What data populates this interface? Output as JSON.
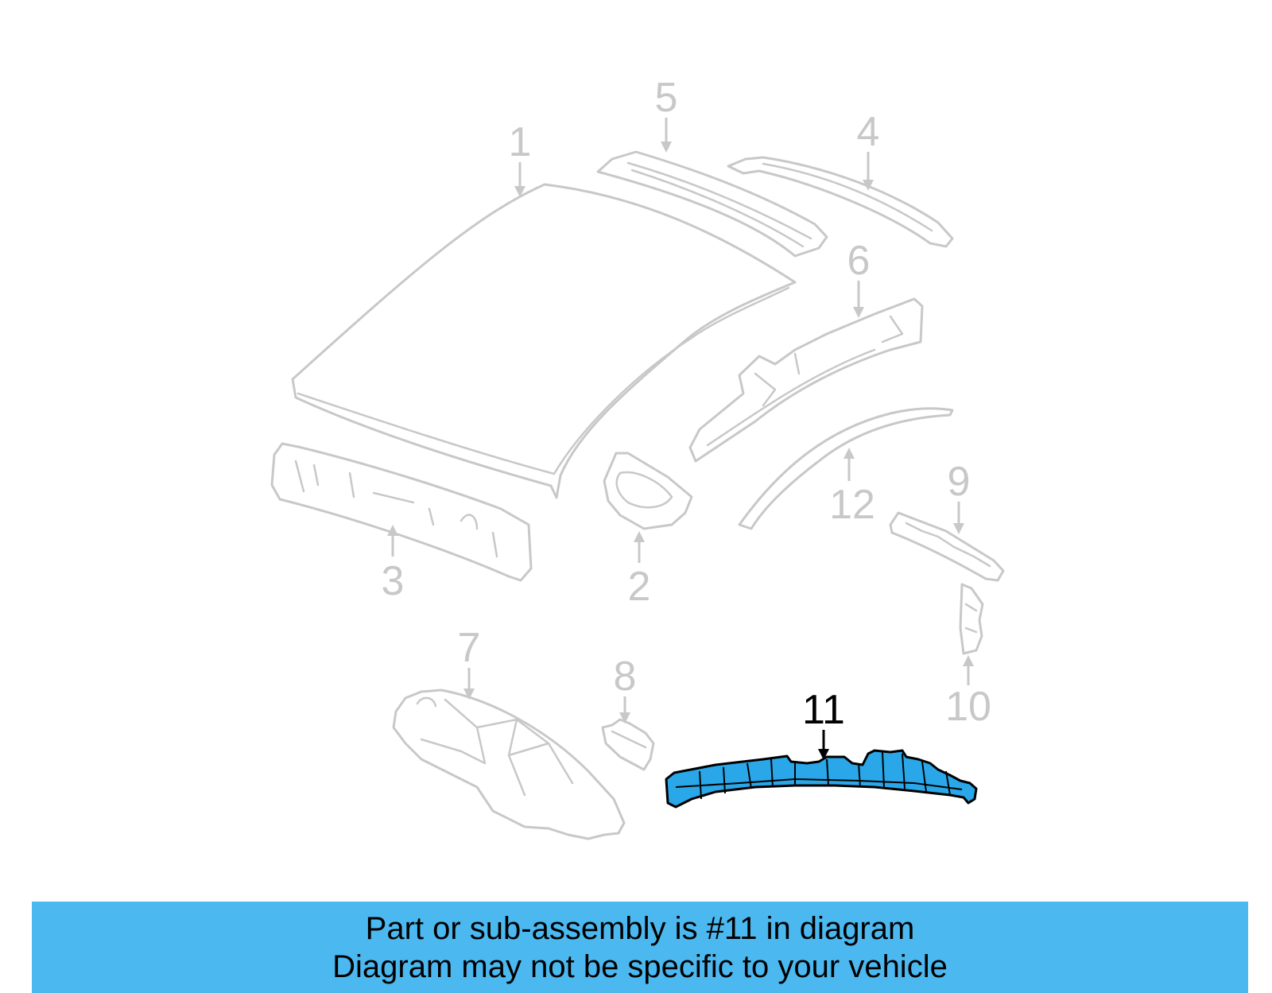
{
  "diagram": {
    "callouts": [
      {
        "id": "1",
        "label": "1",
        "highlighted": false
      },
      {
        "id": "2",
        "label": "2",
        "highlighted": false
      },
      {
        "id": "3",
        "label": "3",
        "highlighted": false
      },
      {
        "id": "4",
        "label": "4",
        "highlighted": false
      },
      {
        "id": "5",
        "label": "5",
        "highlighted": false
      },
      {
        "id": "6",
        "label": "6",
        "highlighted": false
      },
      {
        "id": "7",
        "label": "7",
        "highlighted": false
      },
      {
        "id": "8",
        "label": "8",
        "highlighted": false
      },
      {
        "id": "9",
        "label": "9",
        "highlighted": false
      },
      {
        "id": "10",
        "label": "10",
        "highlighted": false
      },
      {
        "id": "11",
        "label": "11",
        "highlighted": true
      },
      {
        "id": "12",
        "label": "12",
        "highlighted": false
      }
    ],
    "colors": {
      "part_outline": "#c8c8c8",
      "highlight_fill": "#2aa7e8",
      "highlight_outline": "#000000",
      "banner_background": "#4cb8f0"
    }
  },
  "banner": {
    "line1": "Part or sub-assembly is #11 in diagram",
    "line2": "Diagram may not be specific to your vehicle"
  }
}
